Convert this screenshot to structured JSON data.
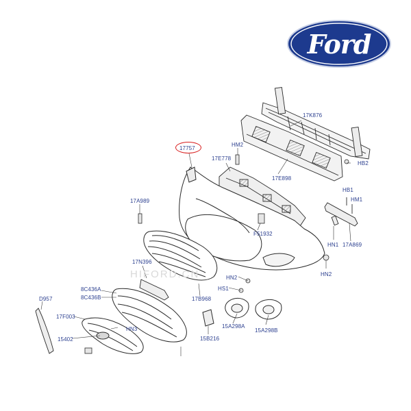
{
  "brand": {
    "logo_text": "Ford",
    "logo_color": "#1d3a8e"
  },
  "highlight_color": "#d81e1e",
  "label_color": "#2b3f8f",
  "watermark": "HIFORD.CN",
  "parts": [
    {
      "id": "part-17757",
      "code": "17757",
      "highlighted": true
    },
    {
      "id": "part-17k876",
      "code": "17K876"
    },
    {
      "id": "part-hm2-top",
      "code": "HM2"
    },
    {
      "id": "part-17e778",
      "code": "17E778"
    },
    {
      "id": "part-17e898",
      "code": "17E898"
    },
    {
      "id": "part-hb2",
      "code": "HB2"
    },
    {
      "id": "part-hb1",
      "code": "HB1"
    },
    {
      "id": "part-hm1",
      "code": "HM1"
    },
    {
      "id": "part-17a989",
      "code": "17A989"
    },
    {
      "id": "part-f51932",
      "code": "F51932"
    },
    {
      "id": "part-hn1",
      "code": "HN1"
    },
    {
      "id": "part-17a869",
      "code": "17A869"
    },
    {
      "id": "part-17n396",
      "code": "17N396"
    },
    {
      "id": "part-hn2-right",
      "code": "HN2"
    },
    {
      "id": "part-hn2-mid",
      "code": "HN2"
    },
    {
      "id": "part-8c436a",
      "code": "8C436A"
    },
    {
      "id": "part-8c436b",
      "code": "8C436B"
    },
    {
      "id": "part-hs1",
      "code": "HS1"
    },
    {
      "id": "part-17b968",
      "code": "17B968"
    },
    {
      "id": "part-d957",
      "code": "D957"
    },
    {
      "id": "part-17f003",
      "code": "17F003"
    },
    {
      "id": "part-hn3",
      "code": "HN3"
    },
    {
      "id": "part-15402",
      "code": "15402"
    },
    {
      "id": "part-15a298a",
      "code": "15A298A"
    },
    {
      "id": "part-15b216",
      "code": "15B216"
    },
    {
      "id": "part-15a298b",
      "code": "15A298B"
    }
  ]
}
